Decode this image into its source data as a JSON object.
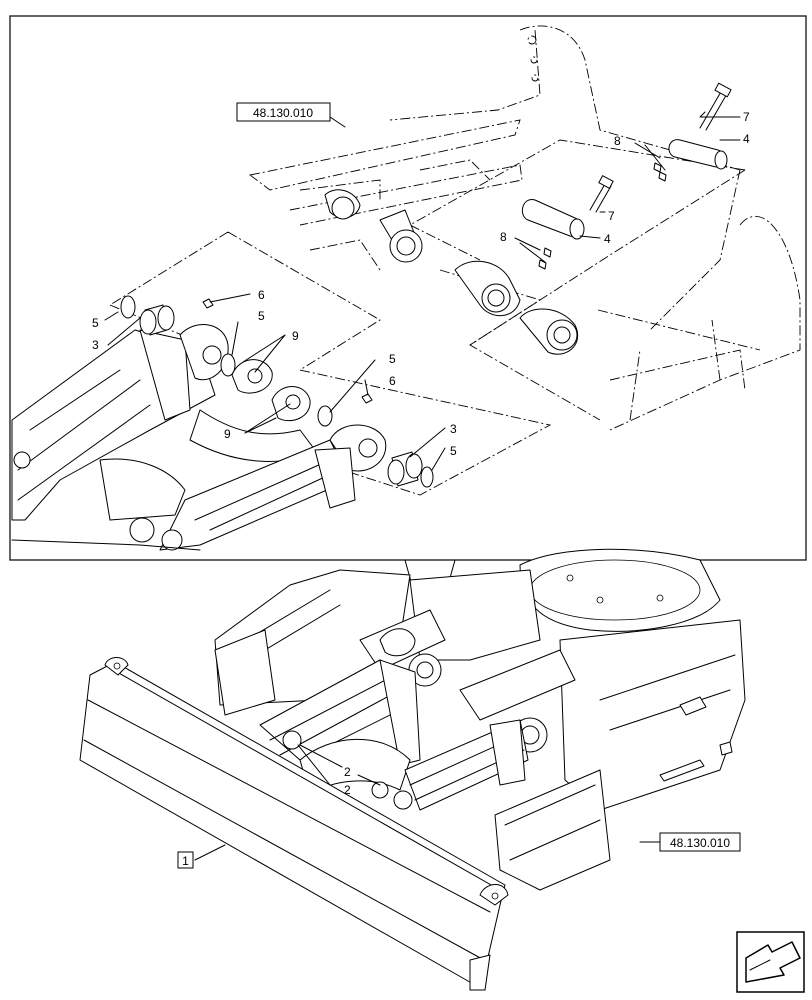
{
  "references": {
    "top_ref": "48.130.010",
    "bottom_ref": "48.130.010"
  },
  "callouts": {
    "c1": "1",
    "c2a": "2",
    "c2b": "2",
    "c3a": "3",
    "c3b": "3",
    "c4a": "4",
    "c4b": "4",
    "c5a": "5",
    "c5b": "5",
    "c5c": "5",
    "c5d": "5",
    "c6a": "6",
    "c6b": "6",
    "c7a": "7",
    "c7b": "7",
    "c8a": "8",
    "c8b": "8",
    "c9a": "9",
    "c9b": "9"
  },
  "icons": {
    "nav": "arrow-navigation-icon"
  }
}
